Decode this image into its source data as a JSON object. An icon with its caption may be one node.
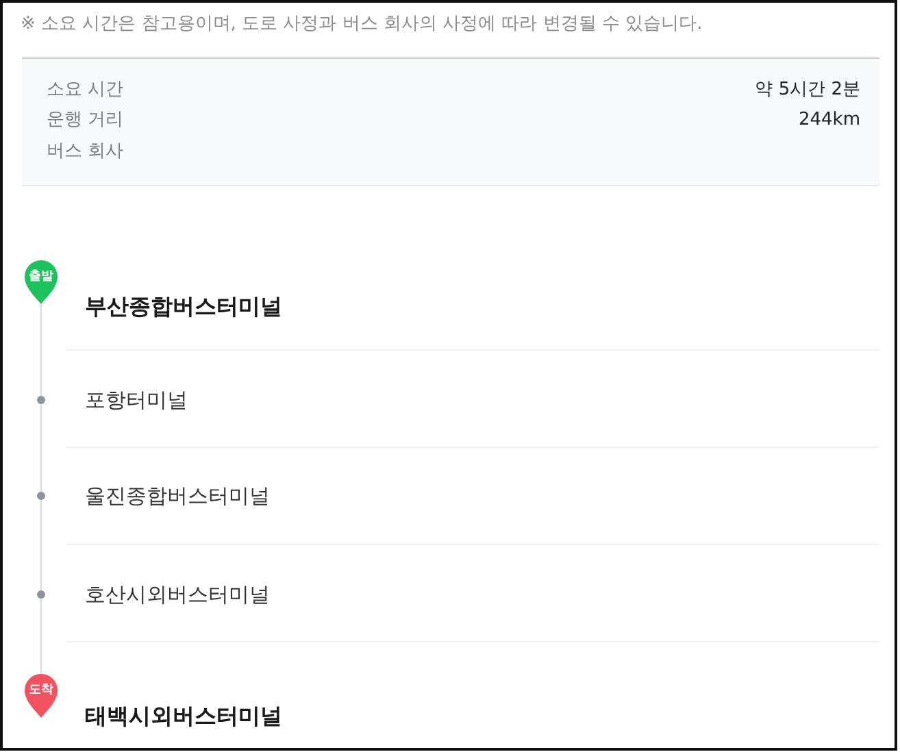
{
  "diagram": {
    "nodes": [
      {
        "text": [
          "출발"
        ],
        "beside": [
          "부산종합버스터미널"
        ]
      },
      {
        "text": [],
        "shape": "circle",
        "beside": [
          "포항터미널"
        ]
      },
      {
        "text": [],
        "shape": "circle",
        "beside": [
          "울진종합버스터미널"
        ]
      },
      {
        "text": [],
        "shape": "circle",
        "beside": [
          "호산시외버스터미널"
        ]
      },
      {
        "text": [
          "도착"
        ],
        "beside": [
          "태백시외버스터미널"
        ]
      }
    ],
    "edges": [
      {
        "from": 0,
        "to": 1,
        "arrow": "none"
      },
      {
        "from": 1,
        "to": 2,
        "arrow": "none"
      },
      {
        "from": 2,
        "to": 3,
        "arrow": "none"
      },
      {
        "from": 3,
        "to": 4,
        "arrow": "none"
      }
    ],
    "labels": [
      "※ 소요 시간은 참고용이며, 도로 사정과 버스 회사의 사정에 따라 변경될 수 있습니다.",
      "소요 시간",
      "약 5시간 2분",
      "운행 거리",
      "244km",
      "버스 회사"
    ]
  }
}
